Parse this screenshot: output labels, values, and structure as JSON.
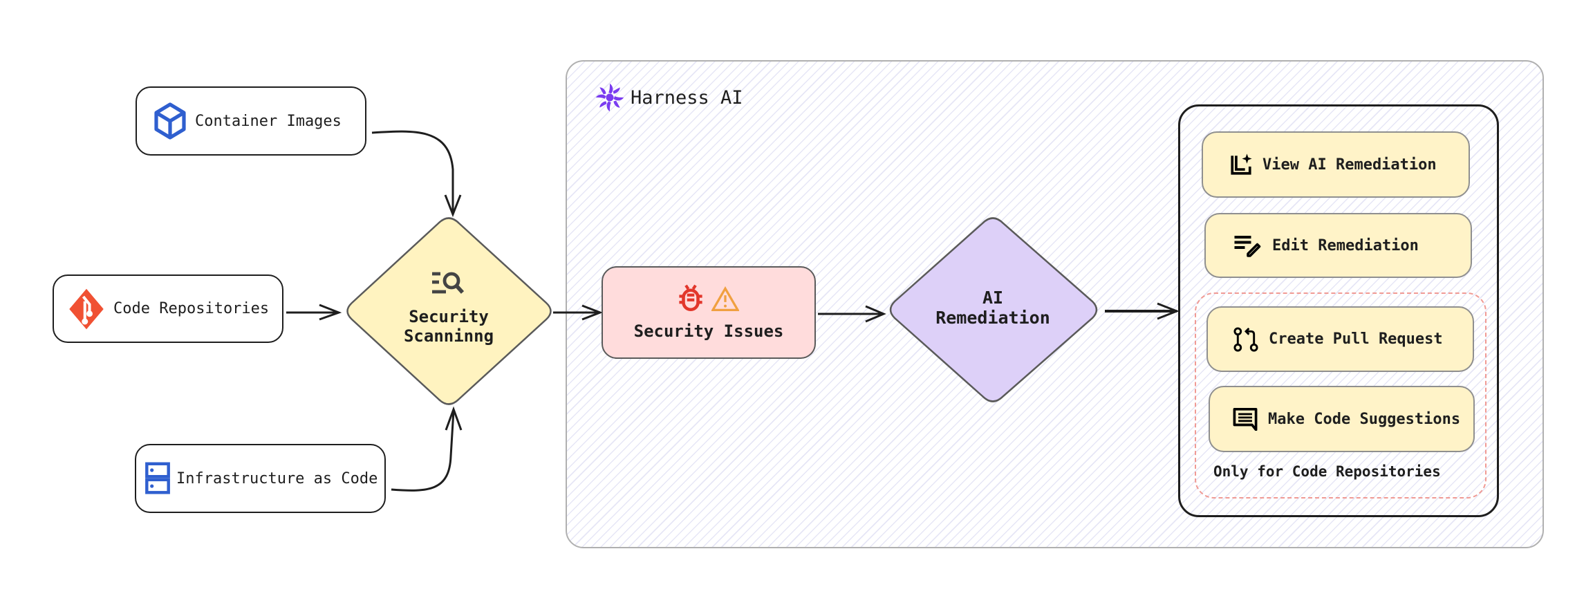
{
  "sources": {
    "container_images": {
      "label": "Container Images",
      "icon": "cube-icon"
    },
    "code_repositories": {
      "label": "Code Repositories",
      "icon": "git-icon"
    },
    "infrastructure_as_code": {
      "label": "Infrastructure as Code",
      "icon": "server-icon"
    }
  },
  "scanning": {
    "line1": "Security",
    "line2": "Scanninng",
    "icon": "search-list-icon"
  },
  "harness": {
    "title": "Harness AI",
    "security_issues": {
      "label": "Security Issues",
      "icons": [
        "bug-icon",
        "warning-icon"
      ]
    },
    "ai_remediation": {
      "line1": "AI",
      "line2": "Remediation"
    },
    "actions": [
      {
        "label": "View AI Remediation",
        "icon": "ai-document-icon"
      },
      {
        "label": "Edit Remediation",
        "icon": "edit-lines-icon"
      },
      {
        "label": "Create Pull Request",
        "icon": "pull-request-icon"
      },
      {
        "label": "Make Code Suggestions",
        "icon": "comment-icon"
      }
    ],
    "code_repo_only_note": "Only for Code Repositories"
  },
  "colors": {
    "scanning_fill": "#fff3c0",
    "issues_fill": "#ffdcdc",
    "remediation_fill": "#ddd0f8",
    "action_fill": "#fff3c8",
    "dashed_border": "#f09a94",
    "brand_purple": "#7a3cf0",
    "icon_blue": "#2f5fcf",
    "git_red": "#f05133"
  }
}
